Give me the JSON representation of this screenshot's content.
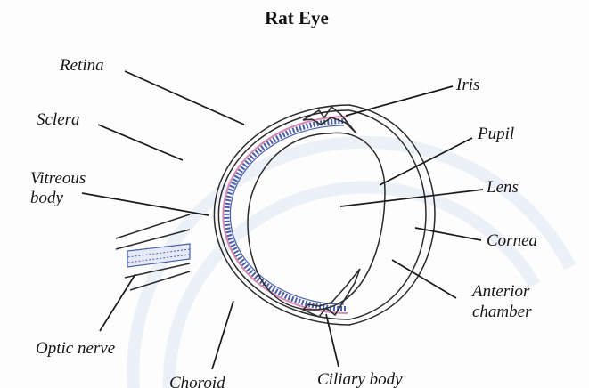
{
  "title": "Rat Eye",
  "labels": {
    "retina": "Retina",
    "sclera": "Sclera",
    "vitreous_line1": "Vitreous",
    "vitreous_line2": "body",
    "optic_nerve": "Optic nerve",
    "choroid": "Choroid",
    "ciliary_body": "Ciliary body",
    "iris": "Iris",
    "pupil": "Pupil",
    "lens": "Lens",
    "cornea": "Cornea",
    "anterior_line1": "Anterior",
    "anterior_line2": "chamber"
  },
  "colors": {
    "outline": "#2a2a2a",
    "choroid_layer": "#d98ab0",
    "retina_layer": "#4a5fa8",
    "retina_fill": "#dde3f3"
  }
}
